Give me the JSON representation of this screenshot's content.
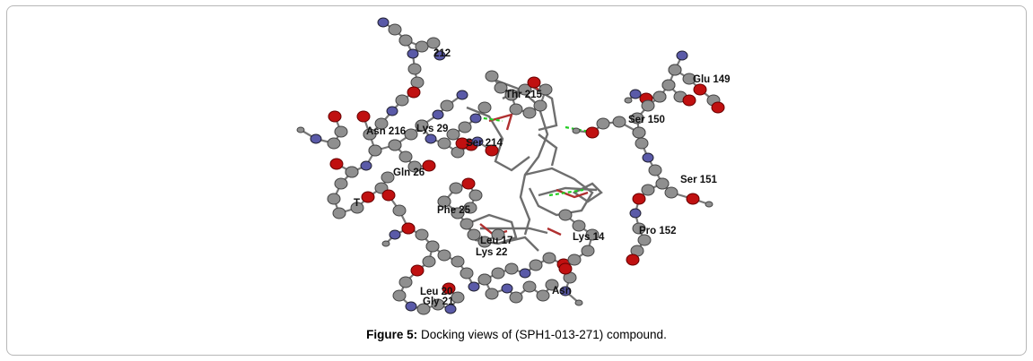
{
  "figure": {
    "caption_bold": "Figure 5:",
    "caption_text": " Docking views of (SPH1-013-271) compound."
  },
  "residues": {
    "r212": "212",
    "glu149": "Glu 149",
    "thr215": "Thr 215",
    "ser150": "Ser 150",
    "lys29": "Lys 29",
    "asn216": "Asn 216",
    "ser214": "Ser 214",
    "gln26": "Gln 26",
    "ser151": "Ser 151",
    "t": "T",
    "phe25": "Phe 25",
    "pro152": "Pro 152",
    "lys14": "Lys 14",
    "leu17": "Leu 17",
    "lys22": "Lys 22",
    "leu20": "Leu 20",
    "asn": "Asn",
    "gly21": "Gly 21"
  },
  "colors": {
    "carbon": "#8f8f8f",
    "oxygen": "#c01010",
    "nitrogen": "#5a5aa8",
    "hbond": "#22cc22",
    "ligand": "#6e6e6e",
    "ligand_accent": "#b03030"
  }
}
